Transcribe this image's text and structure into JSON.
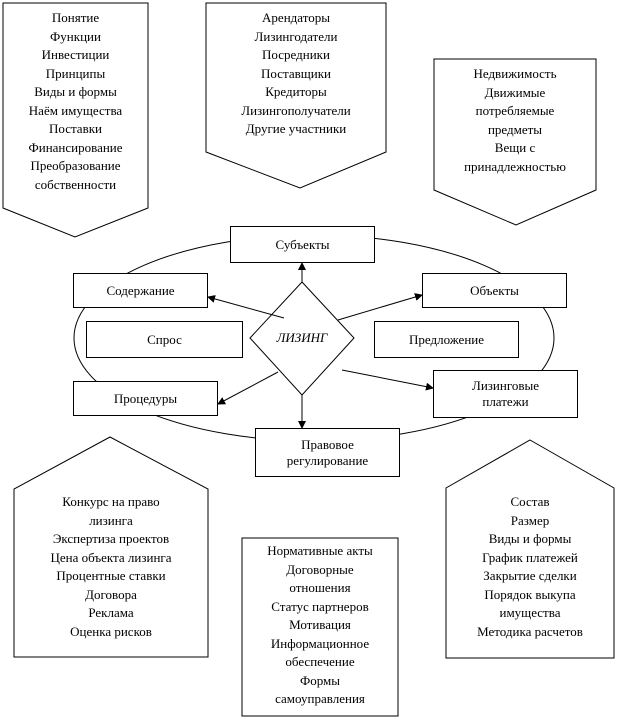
{
  "center": {
    "label": "ЛИЗИНГ"
  },
  "nodes": {
    "subjects": "Субъекты",
    "content": "Содержание",
    "objects": "Объекты",
    "demand": "Спрос",
    "supply": "Предложение",
    "procedures": "Процедуры",
    "payments_line1": "Лизинговые",
    "payments_line2": "платежи",
    "legal_line1": "Правовое",
    "legal_line2": "регулирование"
  },
  "lists": {
    "concept": [
      "Понятие",
      "Функции",
      "Инвестиции",
      "Принципы",
      "Виды и формы",
      "Наём имущества",
      "Поставки",
      "Финансирование",
      "Преобразование",
      "собственности"
    ],
    "participants": [
      "Арендаторы",
      "Лизингодатели",
      "Посредники",
      "Поставщики",
      "Кредиторы",
      "Лизингополучатели",
      "Другие участники"
    ],
    "objects": [
      "Недвижимость",
      "Движимые",
      "потребляемые",
      "предметы",
      "Вещи с",
      "принадлежностью"
    ],
    "procedures": [
      "Конкурс на право",
      "лизинга",
      "Экспертиза проектов",
      "Цена объекта лизинга",
      "Процентные ставки",
      "Договора",
      "Реклама",
      "Оценка рисков"
    ],
    "legal": [
      "Нормативные акты",
      "Договорные",
      "отношения",
      "Статус партнеров",
      "Мотивация",
      "Информационное",
      "обеспечение",
      "Формы",
      "самоуправления"
    ],
    "payments": [
      "Состав",
      "Размер",
      "Виды и формы",
      "График платежей",
      "Закрытие сделки",
      "Порядок выкупа",
      "имущества",
      "Методика расчетов"
    ]
  }
}
